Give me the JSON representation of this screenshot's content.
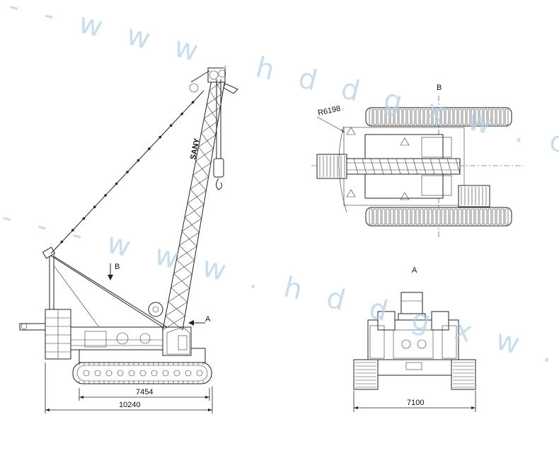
{
  "views": {
    "side": {
      "dim_track": "7454",
      "dim_overall": "10240",
      "view_arrow_a": "A",
      "view_arrow_b": "B",
      "boom_brand": "SANY"
    },
    "top": {
      "label": "B",
      "radius": "R6198"
    },
    "rear": {
      "label": "A",
      "dim_width": "7100"
    }
  },
  "watermark": {
    "text_upper": "- - w w w . h d d g x w . c o m - - -",
    "text_lower": "- - - w w w . h d d g x w . c o m - - -"
  },
  "colors": {
    "line": "#222222",
    "watermark": "#b9d2e6"
  }
}
